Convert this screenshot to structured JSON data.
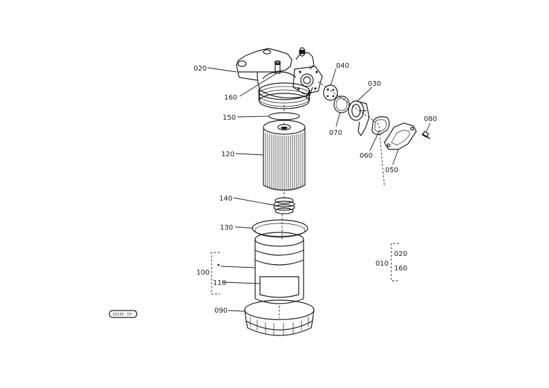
{
  "diagram": {
    "labels": {
      "p020": "020",
      "p160": "160",
      "p040": "040",
      "p030": "030",
      "p070": "070",
      "p080": "080",
      "p060": "060",
      "p050": "050",
      "p150": "150",
      "p120": "120",
      "p140": "140",
      "p130": "130",
      "p100": "100",
      "p110": "110",
      "p090": "090"
    },
    "legend": {
      "assembly": "010",
      "items": [
        "020",
        "160"
      ]
    },
    "reference_code": "10130 - 03"
  },
  "colors": {
    "ink": "#1a1a1a",
    "background": "#ffffff"
  }
}
